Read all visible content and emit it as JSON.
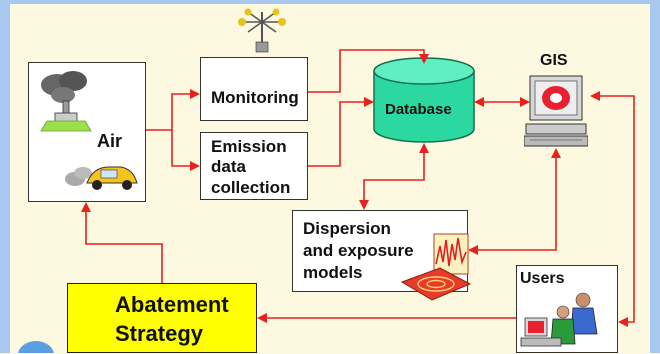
{
  "nodes": {
    "air": "Air",
    "monitoring": "Monitoring",
    "emission": [
      "Emission",
      "data",
      "collection"
    ],
    "database": "Database",
    "gis": "GIS",
    "dispersion": [
      "Dispersion",
      "and exposure",
      "models"
    ],
    "users": "Users",
    "abatement": [
      "Abatement",
      "Strategy"
    ]
  },
  "colors": {
    "arrow": "#e8211f",
    "database": "#2bd8a0",
    "abatement": "#ffff00",
    "frame": "#a9c8ef",
    "background": "#fdf8e0"
  }
}
